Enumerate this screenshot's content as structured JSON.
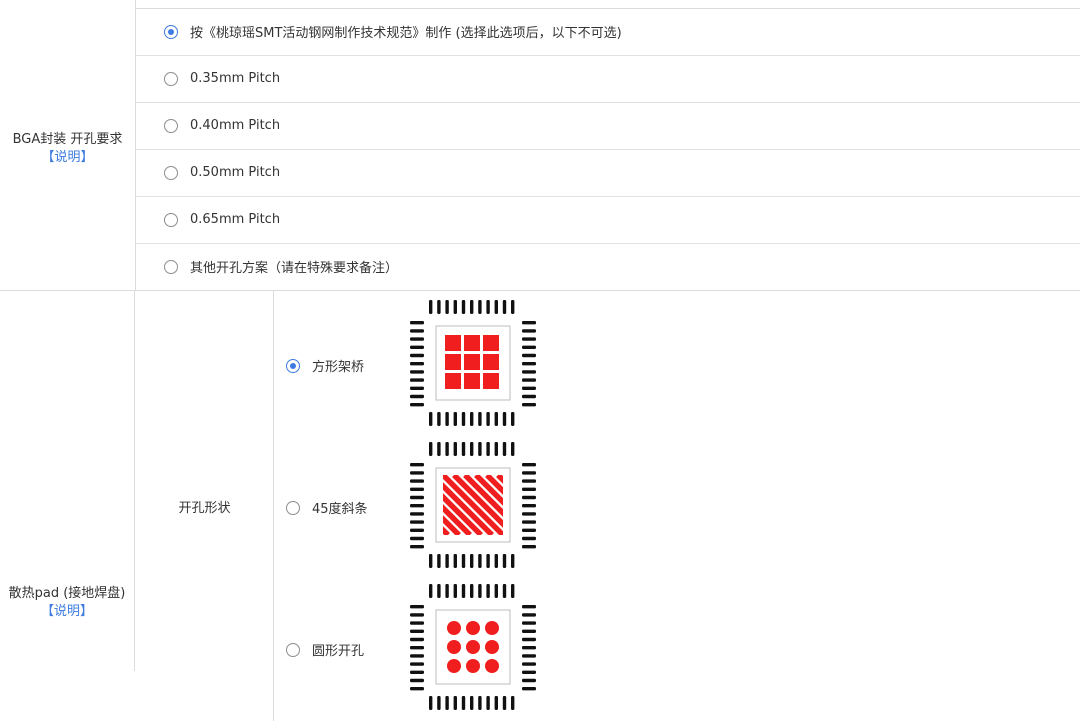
{
  "bga": {
    "label": "BGA封装 开孔要求",
    "help": "【说明】",
    "options": [
      {
        "label": "按《桃琼瑶SMT活动钢网制作技术规范》制作 (选择此选项后，以下不可选)",
        "checked": true
      },
      {
        "label": "0.35mm Pitch",
        "checked": false
      },
      {
        "label": "0.40mm Pitch",
        "checked": false
      },
      {
        "label": "0.50mm Pitch",
        "checked": false
      },
      {
        "label": "0.65mm Pitch",
        "checked": false
      },
      {
        "label": "其他开孔方案（请在特殊要求备注）",
        "checked": false
      }
    ]
  },
  "thermal_pad": {
    "label": "散热pad (接地焊盘)",
    "help": "【说明】",
    "sub_label": "开孔形状",
    "shapes": [
      {
        "label": "方形架桥",
        "checked": true,
        "icon": "square-bridge-pattern-icon"
      },
      {
        "label": "45度斜条",
        "checked": false,
        "icon": "diagonal-stripes-pattern-icon"
      },
      {
        "label": "圆形开孔",
        "checked": false,
        "icon": "round-holes-pattern-icon"
      }
    ]
  },
  "colors": {
    "accent": "#3d7be0",
    "pad_red": "#f01e1e",
    "pin_black": "#111111"
  }
}
